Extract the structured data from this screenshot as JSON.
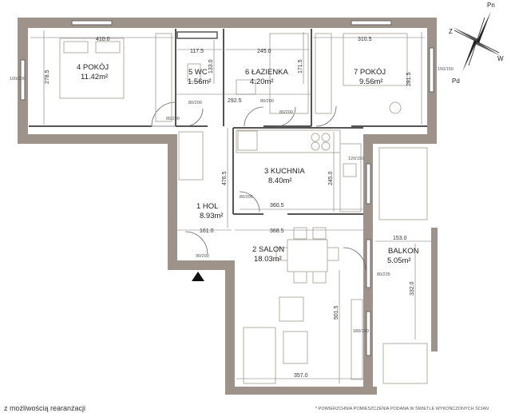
{
  "rooms": [
    {
      "id": "pokoj4",
      "name": "4 POKÓJ",
      "area": "11.42m²"
    },
    {
      "id": "wc",
      "name": "5 WC",
      "area": "1.56m²"
    },
    {
      "id": "lazienka",
      "name": "6 ŁAZIENKA",
      "area": "4.20m²"
    },
    {
      "id": "pokoj7",
      "name": "7 POKÓJ",
      "area": "9.56m²"
    },
    {
      "id": "kuchnia",
      "name": "3 KUCHNIA",
      "area": "8.40m²"
    },
    {
      "id": "hol",
      "name": "1 HOL",
      "area": "8.93m²"
    },
    {
      "id": "salon",
      "name": "2 SALON",
      "area": "18.03m²"
    },
    {
      "id": "balkon",
      "name": "BALKON",
      "area": "5.05m²"
    }
  ],
  "dimensions": {
    "d410": "410.0",
    "d117": "117.5",
    "d245a": "245.0",
    "d310": "310.5",
    "d278": "278.5",
    "d133": "133.0",
    "d171": "171.5",
    "d281": "281.5",
    "d292": "292.5",
    "d476": "476.5",
    "d245b": "245.0",
    "d360": "360.5",
    "d161": "161.0",
    "d368": "368.5",
    "d153": "153.0",
    "d332": "332.0",
    "d501": "501.5",
    "d357": "357.0"
  },
  "door_marks": {
    "m1": "100/200",
    "m2": "80/200",
    "m3": "80/200",
    "m4": "80/200",
    "m5": "80/200",
    "m6": "80/200",
    "m7": "90/200",
    "m8": "150/150",
    "m9": "120/150",
    "m10": "80/235",
    "m11": "180/150"
  },
  "compass": {
    "n": "Pn",
    "e": "W",
    "s": "Pd",
    "w": "Z"
  },
  "footer": {
    "note": "z możliwością rearanżacji",
    "small_note": "* POWIERZCHNIA POMIESZCZENIA PODANA W ŚWIETLE WYKOŃCZONYCH ŚCIAN"
  }
}
